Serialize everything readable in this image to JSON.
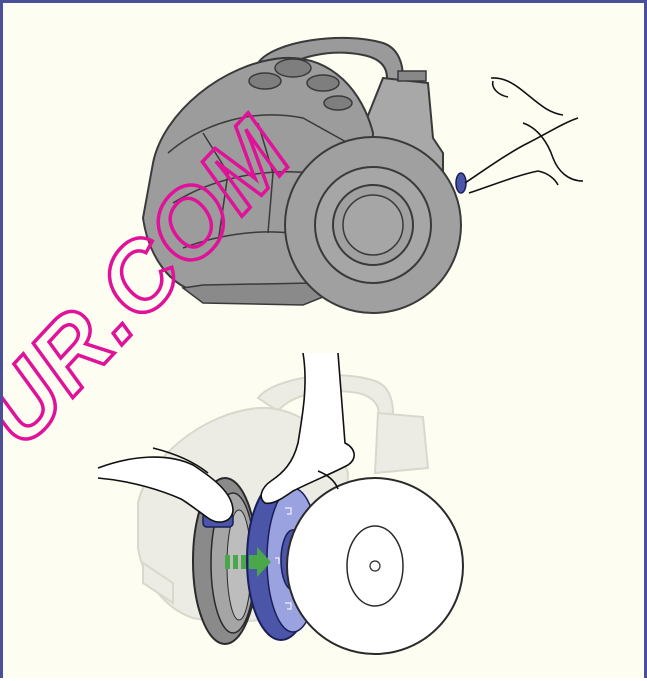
{
  "figure": {
    "step_1": {
      "description_icon": "press-release-button"
    },
    "step_2": {
      "description_icon": "insert-filter"
    }
  },
  "watermark": {
    "text": "...UR.COM",
    "color": "#e0129a"
  },
  "colors": {
    "background": "#fdfdf2",
    "frame": "#4a4f9a",
    "body_gray": "#9a9a9a",
    "body_dark": "#4a4a4a",
    "filter_blue": "#4b56a8",
    "filter_light": "#9aa2e0",
    "arrow_green": "#4aa84a",
    "ghost_gray": "#e4e4dc"
  }
}
